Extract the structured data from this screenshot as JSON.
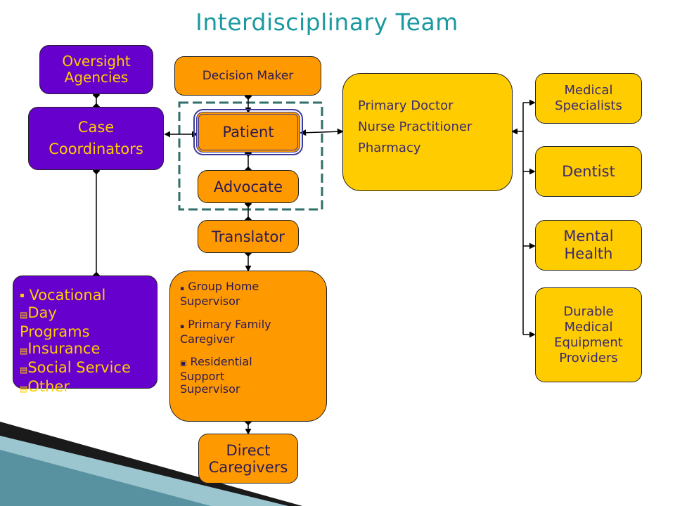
{
  "title": "Interdisciplinary Team",
  "colors": {
    "title": "#1a9aa0",
    "purple": "#6600cc",
    "orange": "#ff9900",
    "yellow": "#ffcc00",
    "dashed": "#2f6f6a",
    "patient_border": "#3a3a9a"
  },
  "nodes": {
    "oversight": "Oversight\nAgencies",
    "case_coordinators": "Case\nCoordinators",
    "decision_maker": "Decision Maker",
    "patient": "Patient",
    "advocate": "Advocate",
    "translator": "Translator",
    "direct_caregivers": "Direct\nCaregivers",
    "primary_care": [
      "Primary Doctor",
      "Nurse Practitioner",
      "Pharmacy"
    ],
    "medical_specialists": "Medical\nSpecialists",
    "dentist": "Dentist",
    "mental_health": "Mental\nHealth",
    "dme_providers": "Durable\nMedical\nEquipment\nProviders"
  },
  "vocational_list": [
    {
      "bullet": "▪",
      "text": "Vocational"
    },
    {
      "bullet": "▤",
      "text": "Day\nPrograms"
    },
    {
      "bullet": "▤",
      "text": "Insurance"
    },
    {
      "bullet": "▤",
      "text": "Social Service"
    },
    {
      "bullet": "▤",
      "text": "Other"
    }
  ],
  "caregiver_list": [
    {
      "bullet": "▪",
      "text": "Group Home\nSupervisor"
    },
    {
      "bullet": "▪",
      "text": "Primary Family\nCaregiver"
    },
    {
      "bullet": "▣",
      "text": "Residential\nSupport\nSupervisor"
    }
  ]
}
